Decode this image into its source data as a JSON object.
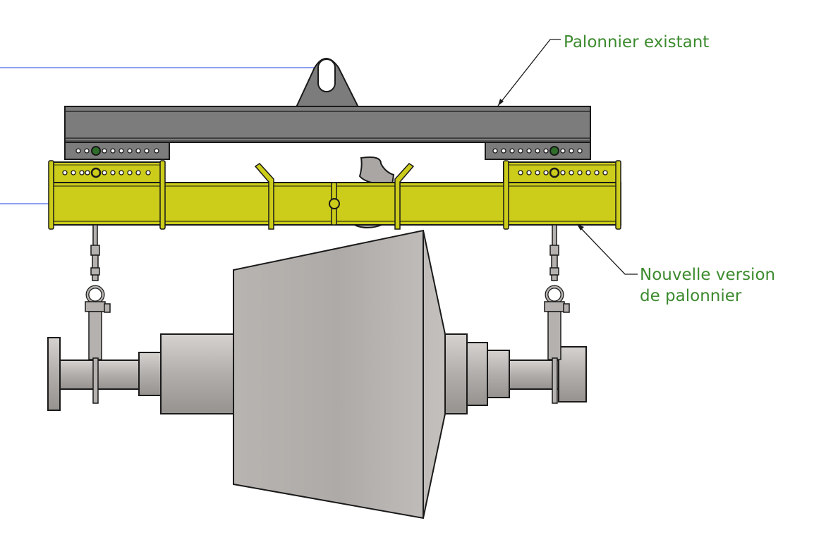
{
  "colors": {
    "label_text": "#3c8a2e",
    "existing_beam": "#7c7c7c",
    "new_beam": "#cccc1a",
    "rotor": "#a8a4a2",
    "leader_line": "#1c3fe0",
    "outline": "#1a1a1a"
  },
  "labels": {
    "existing_spreader": "Palonnier existant",
    "new_spreader_line1": "Nouvelle version",
    "new_spreader_line2": "de palonnier"
  },
  "icons": {
    "lifting_eye": "lifting-eye-icon",
    "shackle": "shackle-icon",
    "turnbuckle": "turnbuckle-icon"
  }
}
